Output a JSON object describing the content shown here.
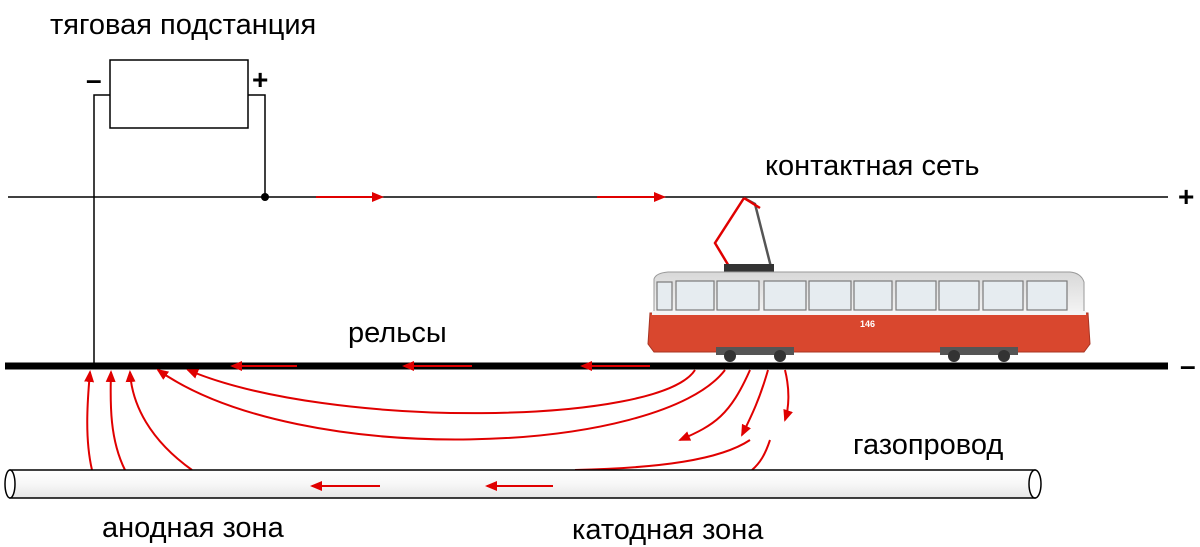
{
  "labels": {
    "substation": "тяговая подстанция",
    "overhead_line": "контактная сеть",
    "rails": "рельсы",
    "pipeline": "газопровод",
    "anode_zone": "анодная зона",
    "cathode_zone": "катодная зона"
  },
  "signs": {
    "substation_negative": "–",
    "substation_positive": "+",
    "overhead_line_polarity": "+",
    "rails_polarity": "–"
  },
  "tram": {
    "number": "146"
  },
  "colors": {
    "current_arrow": "#e00000",
    "line": "#000000",
    "tram_red": "#d9472e",
    "tram_white": "#f2f2f2"
  }
}
